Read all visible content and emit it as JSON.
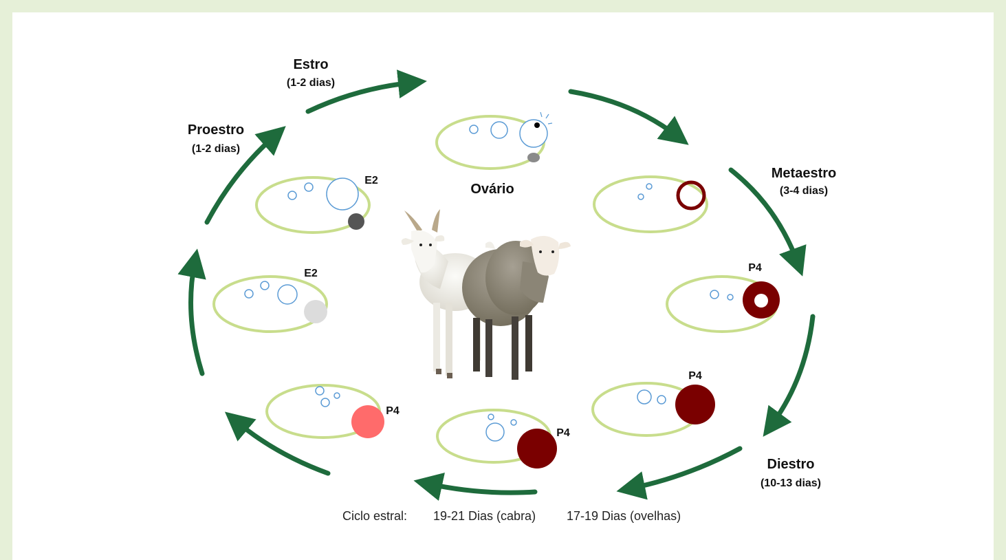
{
  "stages": {
    "estro": {
      "name": "Estro",
      "days": "(1-2 dias)"
    },
    "proestro": {
      "name": "Proestro",
      "days": "(1-2 dias)"
    },
    "metaestro": {
      "name": "Metaestro",
      "days": "(3-4 dias)"
    },
    "diestro": {
      "name": "Diestro",
      "days": "(10-13 dias)"
    }
  },
  "center_label": "Ovário",
  "hormones": {
    "e2_upper": "E2",
    "e2_lower": "E2",
    "p4_right_mid": "P4",
    "p4_right_low": "P4",
    "p4_bottom": "P4",
    "p4_left": "P4"
  },
  "footer": {
    "label": "Ciclo estral:",
    "goat": "19-21 Dias (cabra)",
    "sheep": "17-19 Dias (ovelhas)"
  },
  "colors": {
    "arrow": "#1e6b3c",
    "ovary_outline": "#c8dd8c",
    "follicle": "#5b9bd5",
    "corpus_luteum": "#7a0000",
    "regressing_cl": "#ff6b6b",
    "corpus_albicans": "#dcdcdc",
    "dark_gray": "#555555"
  },
  "icons": [
    "goat-image",
    "sheep-image"
  ]
}
